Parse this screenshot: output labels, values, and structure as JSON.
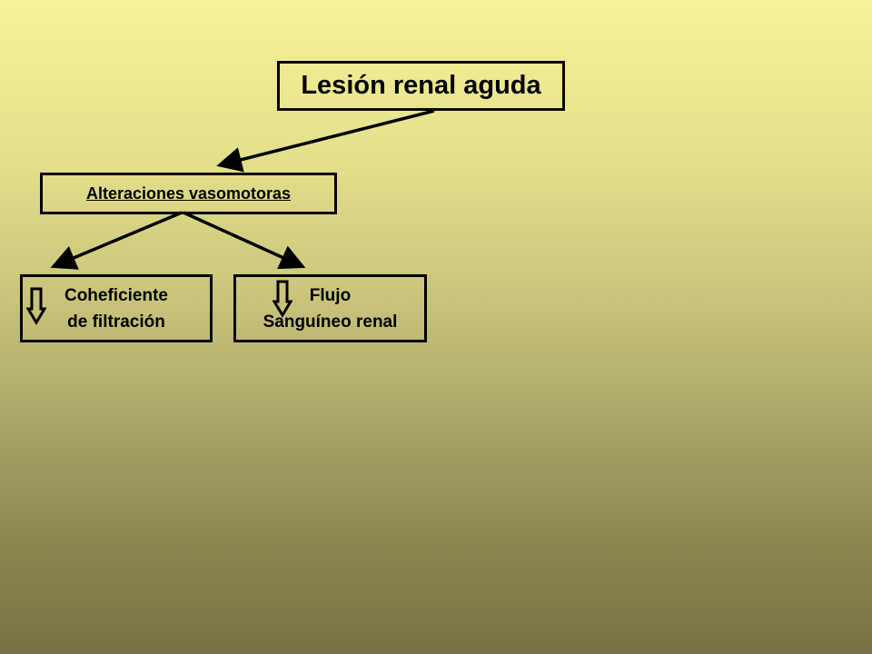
{
  "diagram": {
    "root": {
      "label": "Lesión renal aguda"
    },
    "middle": {
      "label": "Alteraciones vasomotoras"
    },
    "left": {
      "line1": "Coheficiente",
      "line2": "de filtración",
      "indicator": "down-arrow-icon"
    },
    "right": {
      "line1": "Flujo",
      "line2": "Sanguíneo renal",
      "indicator": "down-arrow-icon"
    }
  },
  "colors": {
    "background_top": "#f6f39a",
    "background_bottom": "#777245",
    "stroke": "#000000"
  }
}
